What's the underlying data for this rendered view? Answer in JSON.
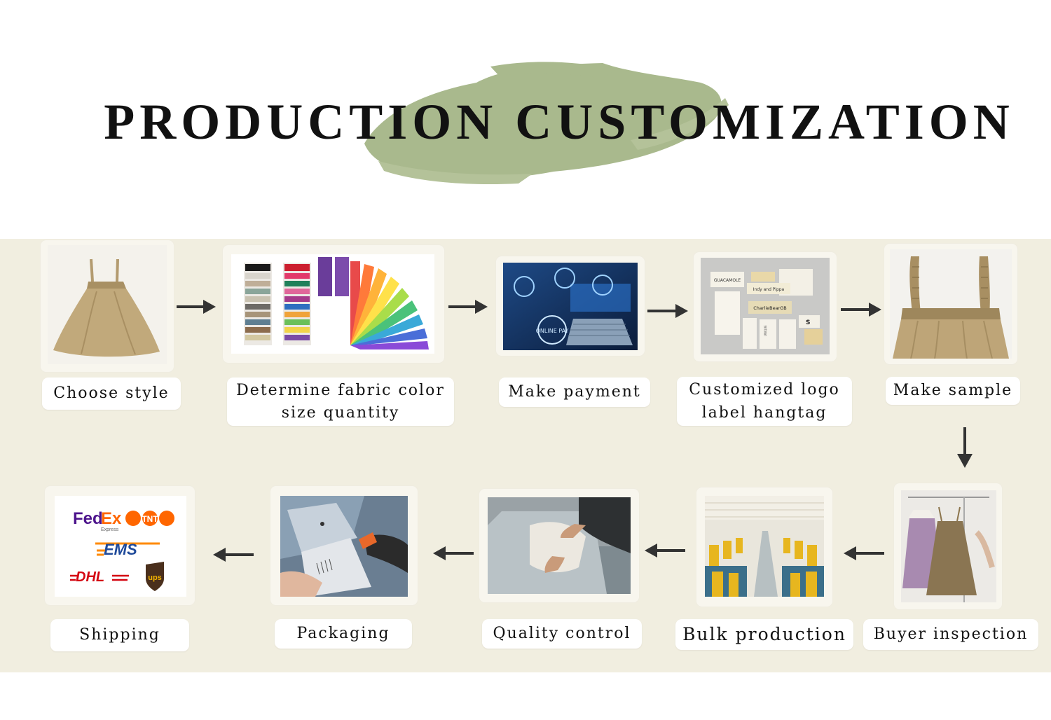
{
  "title": "PRODUCTION CUSTOMIZATION",
  "colors": {
    "brush": "#a9b98d",
    "band": "#f1eee0",
    "arrow": "#333333"
  },
  "steps": [
    {
      "label": "Choose style",
      "image": "khaki-pinafore-dress"
    },
    {
      "label_line1": "Determine fabric color",
      "label_line2": "size quantity",
      "image": "color-swatch-fan"
    },
    {
      "label": "Make payment",
      "image": "online-payment-laptop"
    },
    {
      "label_line1": "Customized logo",
      "label_line2": "label hangtag",
      "image": "woven-labels"
    },
    {
      "label": "Make sample",
      "image": "dress-sample-closeup"
    },
    {
      "label": "Buyer inspection",
      "image": "dresses-on-rack"
    },
    {
      "label": "Bulk production",
      "image": "factory-floor"
    },
    {
      "label": "Quality control",
      "image": "garment-inspection"
    },
    {
      "label": "Packaging",
      "image": "barcode-scanning"
    },
    {
      "label": "Shipping",
      "image": "courier-logos"
    }
  ],
  "couriers": {
    "fedex_fed": "Fed",
    "fedex_ex": "Ex",
    "fedex_sub": "Express",
    "tnt": "TNT",
    "ems": "EMS",
    "dhl": "DHL",
    "ups": "ups"
  },
  "payment_badge": "ONLINE PAY",
  "labels_text": {
    "guacamole": "GUACAMOLE",
    "indy": "Indy and Pippa",
    "charlie": "CharlieBearGB",
    "size": "S",
    "unique": "UNIQUE"
  }
}
